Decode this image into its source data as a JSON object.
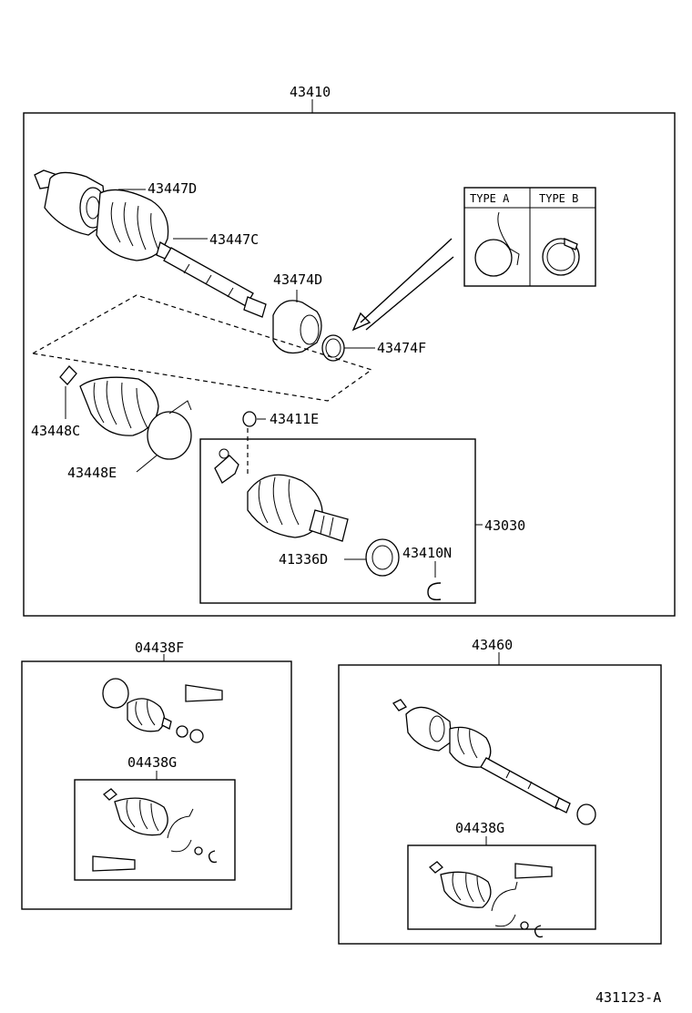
{
  "labels": {
    "assy_main": "43410",
    "boot_outer": "43447D",
    "boot_clamp_outer": "43447C",
    "damper": "43474D",
    "damper_clamp": "43474F",
    "clamp_inner": "43448C",
    "clamp_band": "43448E",
    "snap_ring": "43411E",
    "inboard_joint": "43030",
    "dust_deflector": "41336D",
    "retainer": "43410N",
    "boot_kit_1": "04438F",
    "boot_kit_2": "04438G",
    "assy_2": "43460",
    "boot_kit_3": "04438G",
    "drawing_no": "431123-A"
  },
  "inset": {
    "type_a": "TYPE A",
    "type_b": "TYPE B"
  }
}
